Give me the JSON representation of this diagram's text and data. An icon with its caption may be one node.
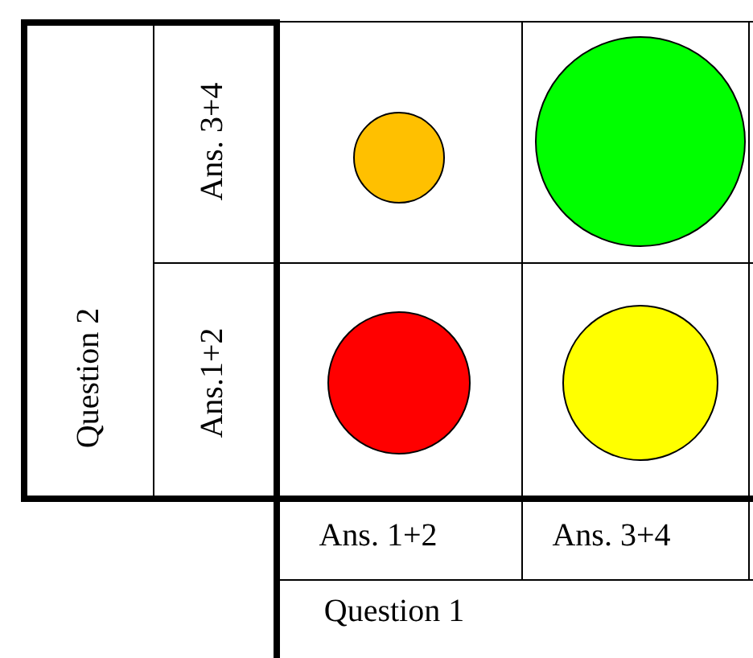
{
  "diagram": {
    "nodes": [
      {
        "text": [],
        "shape": "circle"
      },
      {
        "text": [],
        "shape": "circle"
      },
      {
        "text": [],
        "shape": "circle"
      },
      {
        "text": [],
        "shape": "circle"
      }
    ],
    "edges": [],
    "labels": [
      "Question 2",
      "Ans. 3+4",
      "Ans.1+2",
      "Ans. 1+2",
      "Ans. 3+4",
      "Question 1"
    ]
  }
}
